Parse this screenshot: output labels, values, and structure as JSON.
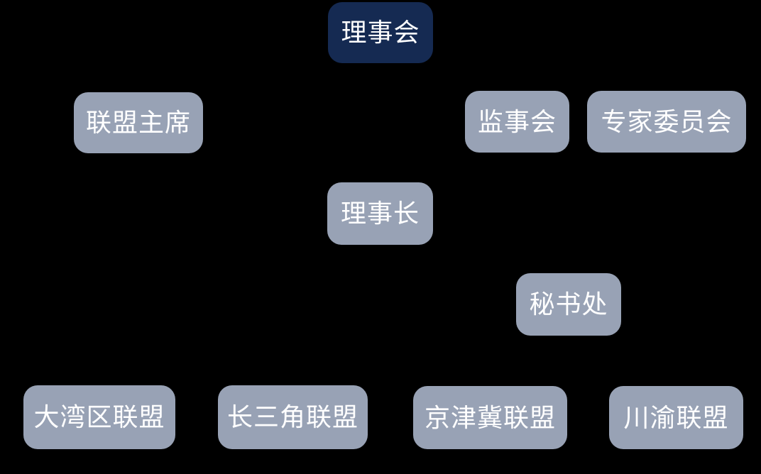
{
  "canvas": {
    "background": "#000000"
  },
  "colors": {
    "top_node_fill": "#152a52",
    "node_fill": "#98a2b5",
    "node_text": "#ffffff"
  },
  "org_chart": {
    "type": "organization-chart",
    "nodes": [
      {
        "id": "council",
        "label": "理事会",
        "level": 1
      },
      {
        "id": "alliance-chairman",
        "label": "联盟主席",
        "level": 2
      },
      {
        "id": "supervisory-board",
        "label": "监事会",
        "level": 2
      },
      {
        "id": "expert-committee",
        "label": "专家委员会",
        "level": 2
      },
      {
        "id": "board-chairman",
        "label": "理事长",
        "level": 3
      },
      {
        "id": "secretariat",
        "label": "秘书处",
        "level": 4
      },
      {
        "id": "greater-bay-area-alliance",
        "label": "大湾区联盟",
        "level": 5
      },
      {
        "id": "yangtze-river-delta-alliance",
        "label": "长三角联盟",
        "level": 5
      },
      {
        "id": "beijing-tianjin-hebei-alliance",
        "label": "京津冀联盟",
        "level": 5
      },
      {
        "id": "sichuan-chongqing-alliance",
        "label": "川渝联盟",
        "level": 5
      }
    ]
  }
}
